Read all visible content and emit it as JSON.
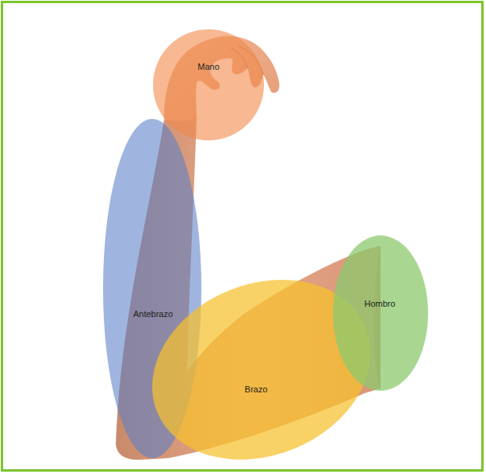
{
  "diagram": {
    "nodes": [
      {
        "text": [
          "Mano"
        ]
      },
      {
        "text": [
          "Antebrazo"
        ]
      },
      {
        "text": [
          "Brazo"
        ]
      },
      {
        "text": [
          "Hombro"
        ]
      }
    ]
  }
}
